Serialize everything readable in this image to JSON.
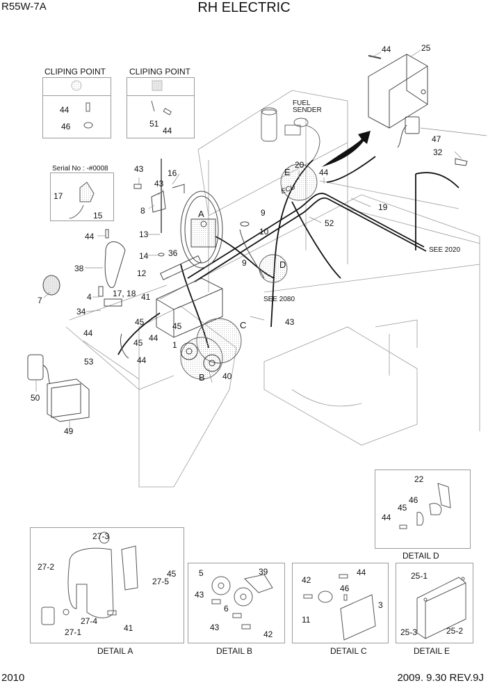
{
  "header": {
    "model": "R55W-7A",
    "title": "RH ELECTRIC"
  },
  "footer": {
    "page_number": "2010",
    "revision": "2009. 9.30 REV.9J"
  },
  "clipping_points": [
    {
      "title": "CLIPING POINT",
      "symbol": "round-dot-pattern",
      "parts": [
        "44",
        "46"
      ]
    },
    {
      "title": "CLIPING POINT",
      "symbol": "square-grid-pattern",
      "parts": [
        "51",
        "44"
      ]
    }
  ],
  "serial_box": {
    "title": "Serial No : -#0008",
    "parts": [
      "17",
      "15"
    ]
  },
  "main_labels": {
    "fuel_sender": [
      "FUEL",
      "SENDER"
    ],
    "see_2020": "SEE 2020",
    "see_2080": "SEE 2080",
    "ecu": "ECU",
    "callouts": {
      "p44_top": "44",
      "p25": "25",
      "p47": "47",
      "p32": "32",
      "p20": "20",
      "p44_e": "44",
      "p19": "19",
      "p52": "52",
      "p43_a": "43",
      "p16": "16",
      "p43_b": "43",
      "p8": "8",
      "p13": "13",
      "p44_l": "44",
      "p14": "14",
      "p36": "36",
      "p9_a": "9",
      "p10": "10",
      "p9_b": "9",
      "p38": "38",
      "p12": "12",
      "p4": "4",
      "p7": "7",
      "p17_18": "17, 18",
      "p41": "41",
      "p34": "34",
      "p45_a": "45",
      "p44_m": "44",
      "p45_b": "45",
      "p45_c": "45",
      "p44_n": "44",
      "p1": "1",
      "p53": "53",
      "p44_o": "44",
      "p50": "50",
      "p49": "49",
      "p40": "40",
      "p43_c": "43"
    },
    "detail_markers": [
      "A",
      "B",
      "C",
      "D",
      "E"
    ]
  },
  "details": [
    {
      "caption": "DETAIL A",
      "parts": [
        "27-3",
        "27-2",
        "45",
        "27-5",
        "27-4",
        "41",
        "27-1"
      ]
    },
    {
      "caption": "DETAIL B",
      "parts": [
        "5",
        "39",
        "43",
        "6",
        "43",
        "42"
      ]
    },
    {
      "caption": "DETAIL C",
      "parts": [
        "44",
        "42",
        "46",
        "3",
        "11"
      ]
    },
    {
      "caption": "DETAIL D",
      "parts": [
        "22",
        "46",
        "45",
        "44"
      ]
    },
    {
      "caption": "DETAIL E",
      "parts": [
        "25-1",
        "25-3",
        "25-2"
      ]
    }
  ]
}
